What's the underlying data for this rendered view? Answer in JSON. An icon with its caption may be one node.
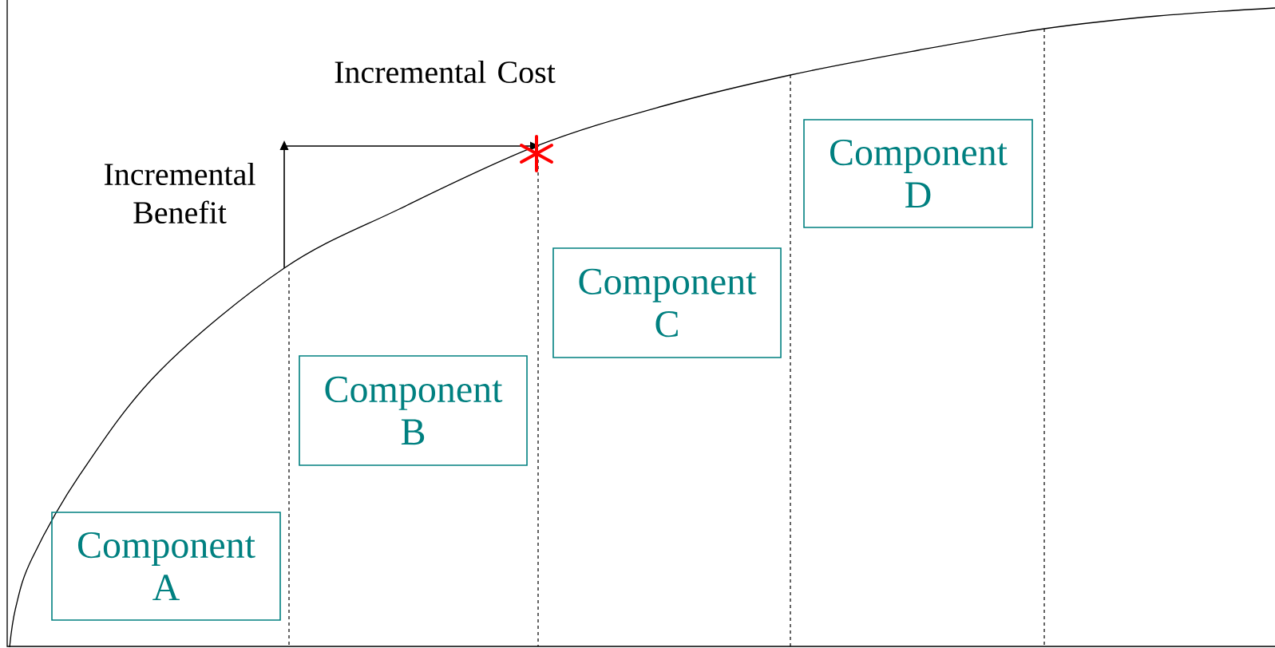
{
  "diagram": {
    "nodes": [
      {
        "text": [
          "Component A"
        ]
      },
      {
        "text": [
          "Component B"
        ]
      },
      {
        "text": [
          "Component C"
        ]
      },
      {
        "text": [
          "Component D"
        ]
      }
    ],
    "labels": [
      "Incremental Cost",
      "Incremental Benefit"
    ]
  }
}
